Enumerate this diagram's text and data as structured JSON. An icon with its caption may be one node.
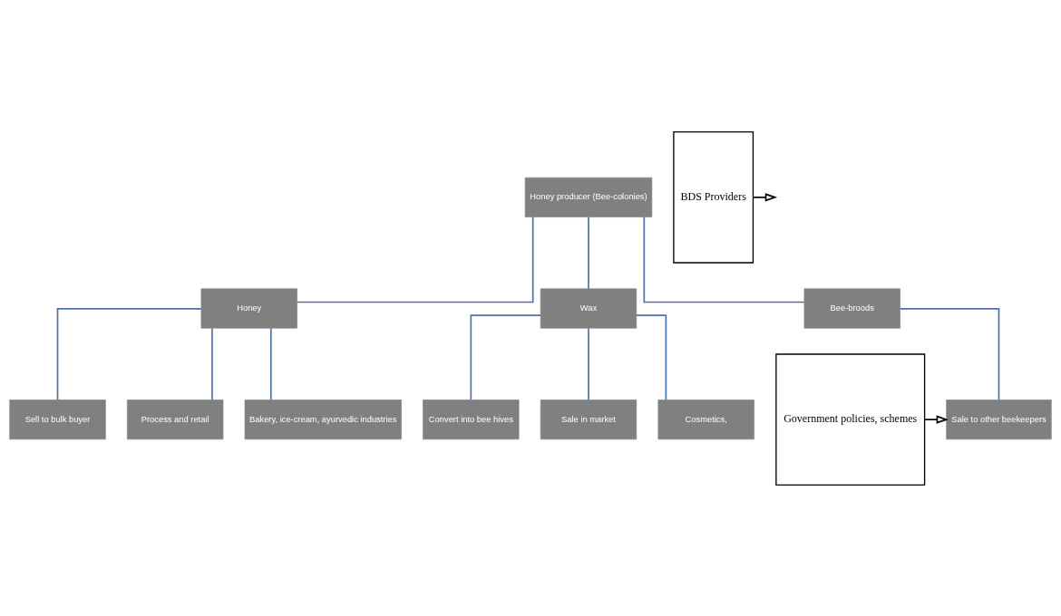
{
  "diagram": {
    "nodes": [
      {
        "text": [
          "Honey producer (Bee-colonies)"
        ]
      },
      {
        "text": [
          "Honey"
        ]
      },
      {
        "text": [
          "Wax"
        ]
      },
      {
        "text": [
          "Bee-broods"
        ]
      },
      {
        "text": [
          "Sell to bulk buyer"
        ]
      },
      {
        "text": [
          "Process and retail"
        ]
      },
      {
        "text": [
          "Bakery, ice-cream, ayurvedic industries"
        ]
      },
      {
        "text": [
          "Convert into bee hives"
        ]
      },
      {
        "text": [
          "Sale in market"
        ]
      },
      {
        "text": [
          "Cosmetics,"
        ]
      },
      {
        "text": [
          "Sale to other beekeepers"
        ]
      },
      {
        "text": [
          "BDS Providers"
        ]
      },
      {
        "text": [
          "Government policies, schemes"
        ]
      }
    ],
    "edges": [
      {
        "from": 0,
        "to": 1,
        "arrow": "none"
      },
      {
        "from": 0,
        "to": 2,
        "arrow": "none"
      },
      {
        "from": 0,
        "to": 3,
        "arrow": "none"
      },
      {
        "from": 1,
        "to": 4,
        "arrow": "none"
      },
      {
        "from": 1,
        "to": 5,
        "arrow": "none"
      },
      {
        "from": 1,
        "to": 6,
        "arrow": "none"
      },
      {
        "from": 2,
        "to": 7,
        "arrow": "none"
      },
      {
        "from": 2,
        "to": 8,
        "arrow": "none"
      },
      {
        "from": 2,
        "to": 9,
        "arrow": "none"
      },
      {
        "from": 3,
        "to": 10,
        "arrow": "none"
      },
      {
        "from": 11,
        "to": null,
        "arrow": "to",
        "color": "#000000"
      },
      {
        "from": 12,
        "to": 10,
        "arrow": "to",
        "color": "#000000"
      }
    ]
  }
}
